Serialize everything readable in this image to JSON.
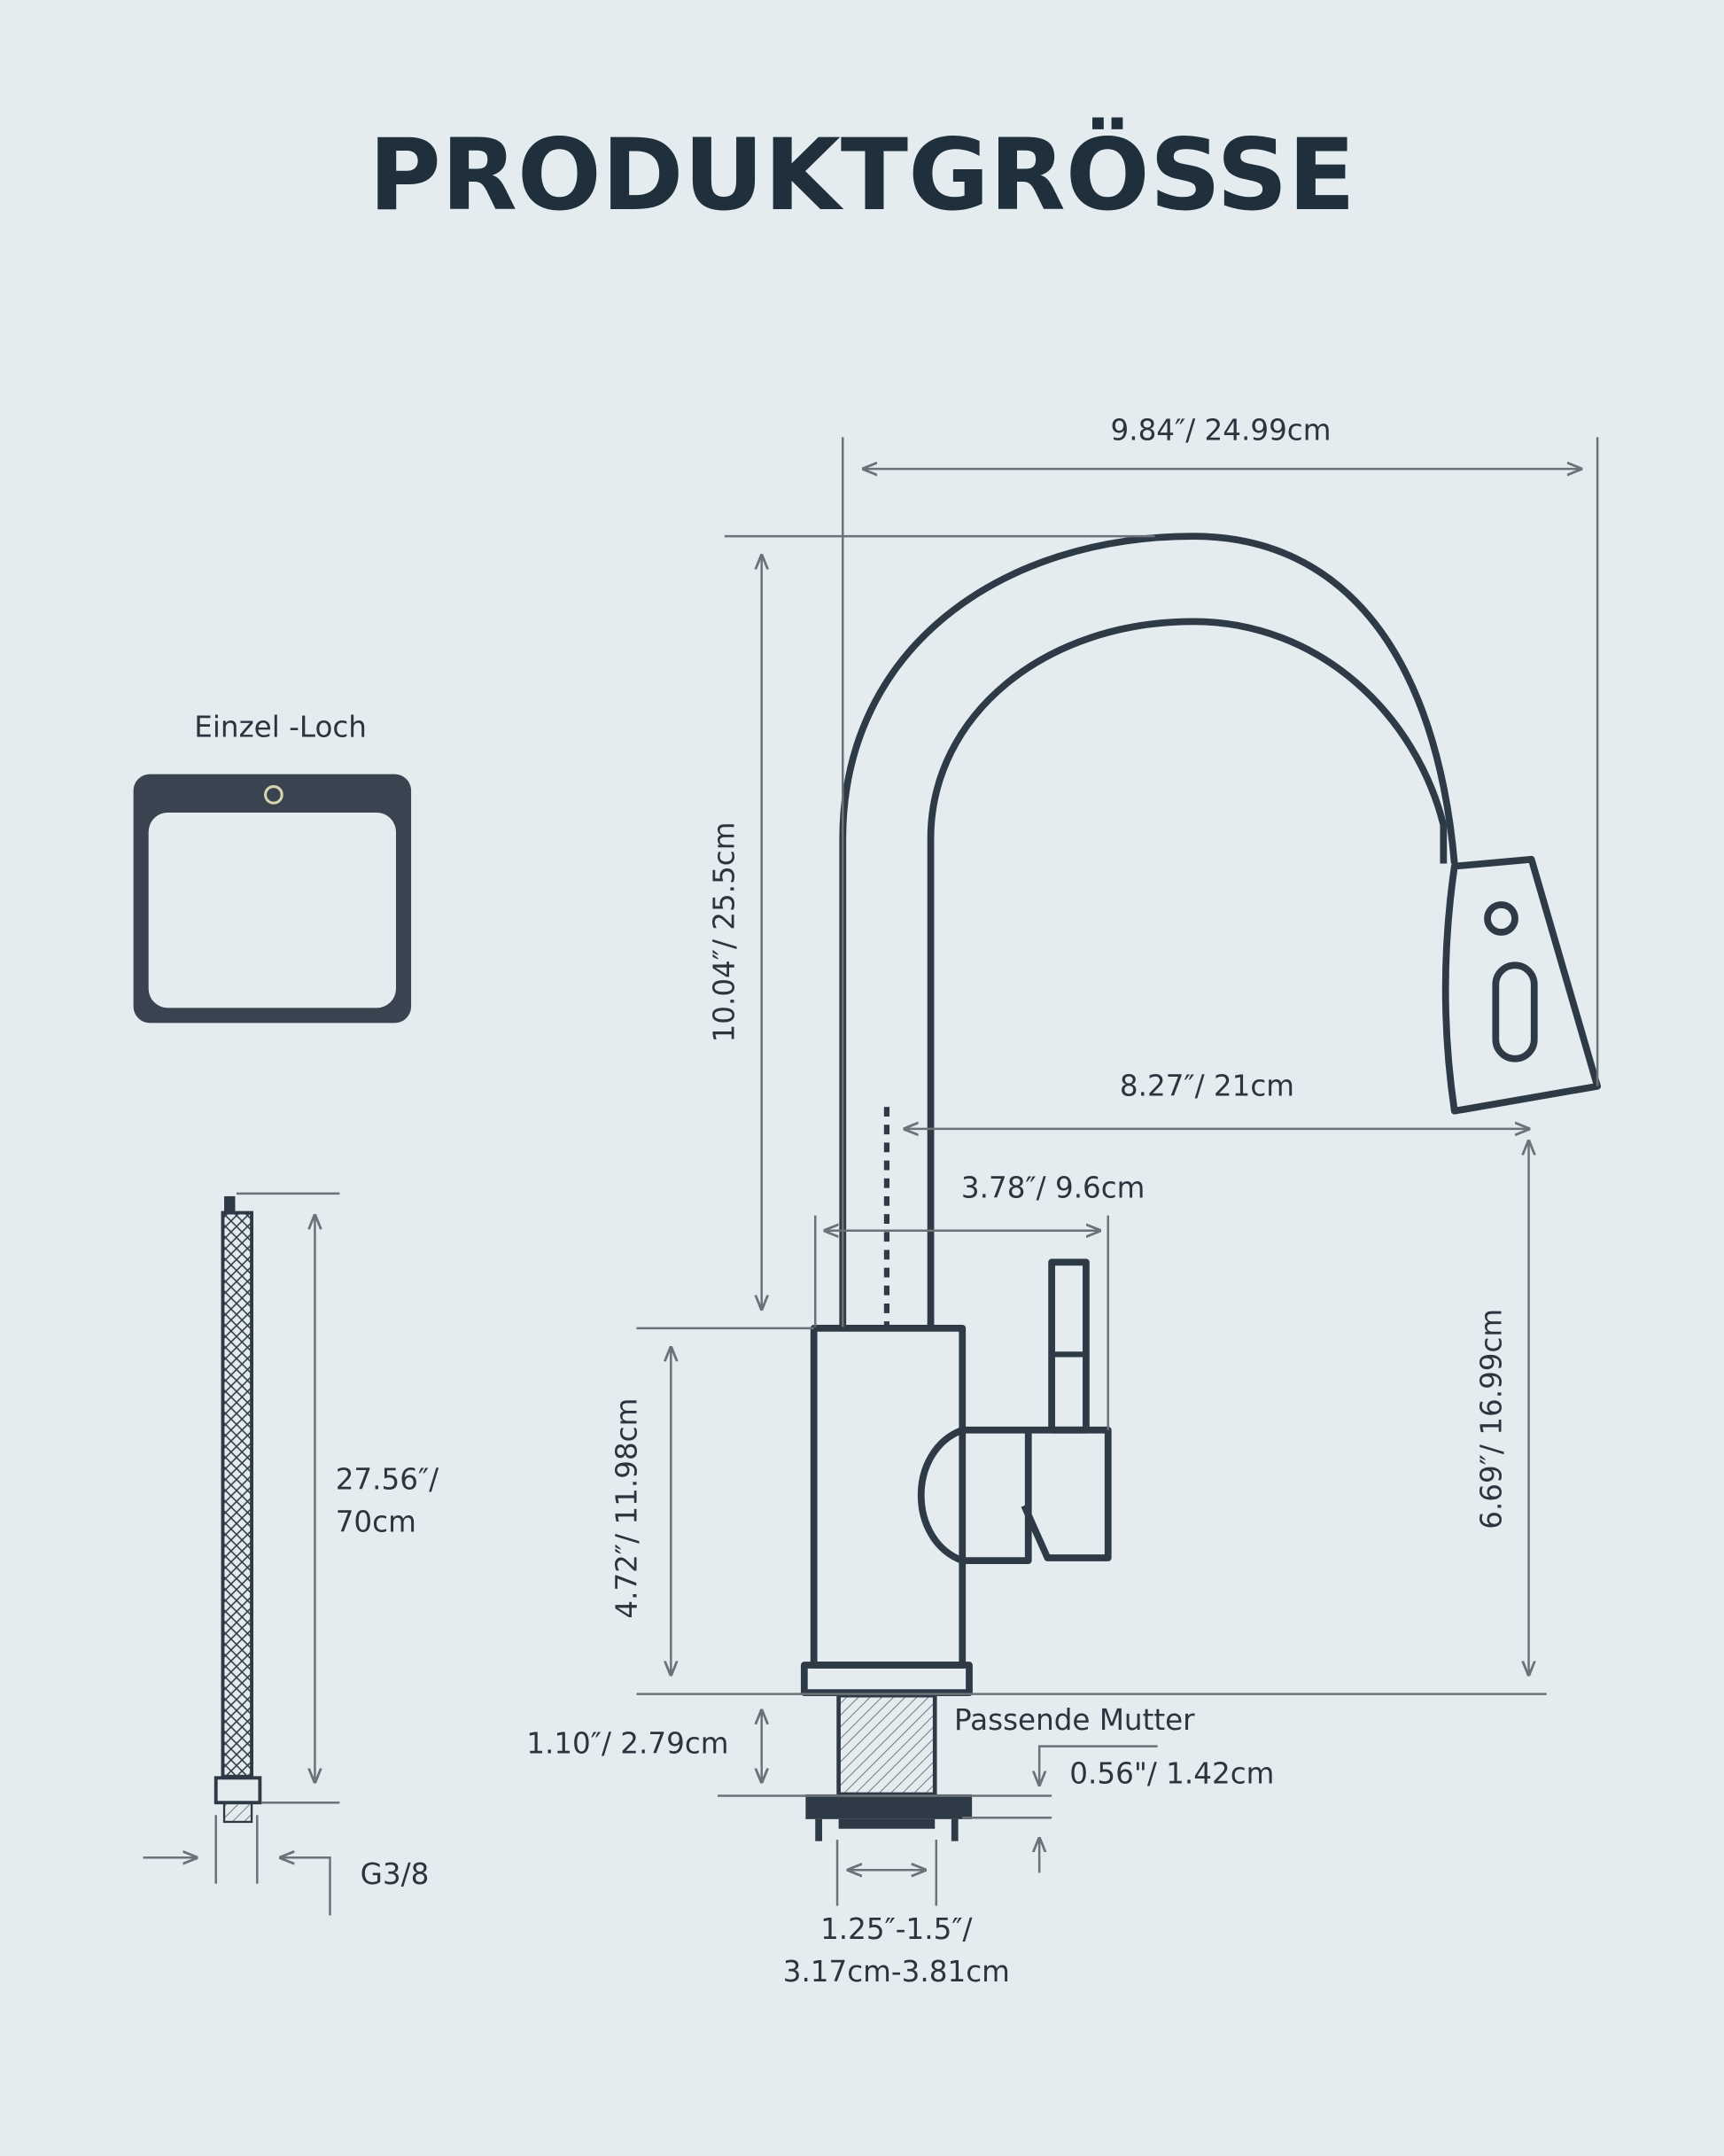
{
  "title": "PRODUKTGRÖSSE",
  "sink": {
    "label": "Einzel -Loch"
  },
  "dimensions": {
    "width_total": "9.84″/ 24.99cm",
    "height_total": "10.04″/ 25.5cm",
    "reach": "8.27″/ 21cm",
    "handle_width": "3.78″/ 9.6cm",
    "spout_height": "6.69″/ 16.99cm",
    "body_height": "4.72″/ 11.98cm",
    "shank_length": "1.10″/ 2.79cm",
    "nut_label": "Passende Mutter",
    "nut_height": "0.56\"/ 1.42cm",
    "hole_line1": "1.25″-1.5″/",
    "hole_line2": "3.17cm-3.81cm"
  },
  "hose": {
    "length_line1": "27.56″/",
    "length_line2": "70cm",
    "thread": "G3/8"
  },
  "colors": {
    "background": "#e4ecef",
    "line": "#2e3a45",
    "dimension": "#6b7278"
  }
}
